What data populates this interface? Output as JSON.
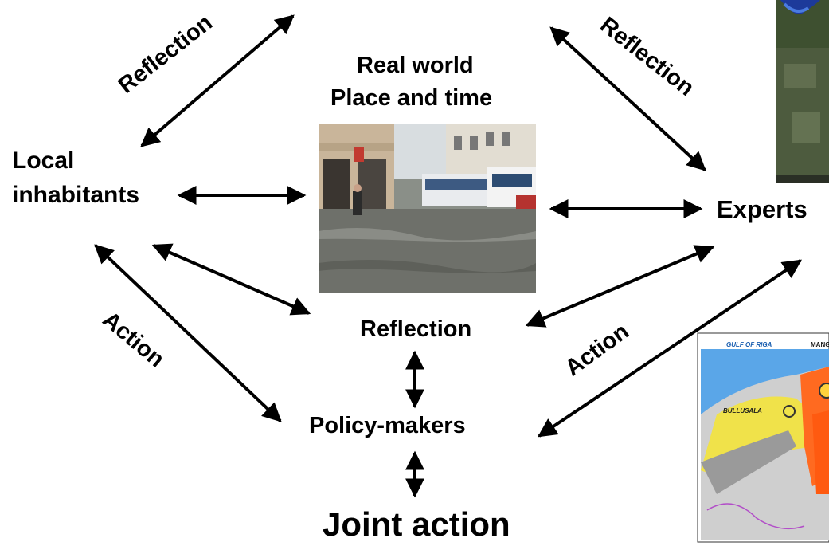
{
  "diagram": {
    "center_title_line1": "Real world",
    "center_title_line2": "Place and time",
    "local_line1": "Local",
    "local_line2": "inhabitants",
    "experts": "Experts",
    "reflection_center": "Reflection",
    "policy_makers": "Policy-makers",
    "joint_action": "Joint action",
    "reflection_left": "Reflection",
    "reflection_right": "Reflection",
    "action_left": "Action",
    "action_right": "Action"
  },
  "map_labels": {
    "gulf": "GULF OF RIGA",
    "bullusala": "BULLUSALA",
    "manga": "MANG"
  }
}
